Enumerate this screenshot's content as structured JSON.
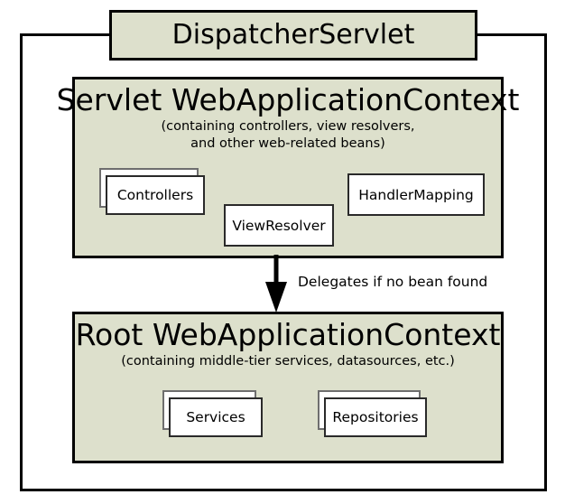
{
  "diagram": {
    "title": "Spring MVC DispatcherServlet context hierarchy",
    "colors": {
      "context_fill": "#dde0cc",
      "box_fill": "#ffffff",
      "stroke": "#000000",
      "stack_stroke": "#6e6e6e"
    },
    "dispatcher": {
      "label": "DispatcherServlet"
    },
    "servlet_context": {
      "title": "Servlet WebApplicationContext",
      "subtitle": "(containing controllers, view resolvers,\nand other web-related beans)",
      "beans": [
        {
          "label": "Controllers",
          "stacked": true
        },
        {
          "label": "ViewResolver",
          "stacked": false
        },
        {
          "label": "HandlerMapping",
          "stacked": false
        }
      ]
    },
    "arrow": {
      "label": "Delegates if no bean found",
      "direction": "down"
    },
    "root_context": {
      "title": "Root WebApplicationContext",
      "subtitle": "(containing middle-tier services, datasources, etc.)",
      "beans": [
        {
          "label": "Services",
          "stacked": true
        },
        {
          "label": "Repositories",
          "stacked": true
        }
      ]
    }
  }
}
